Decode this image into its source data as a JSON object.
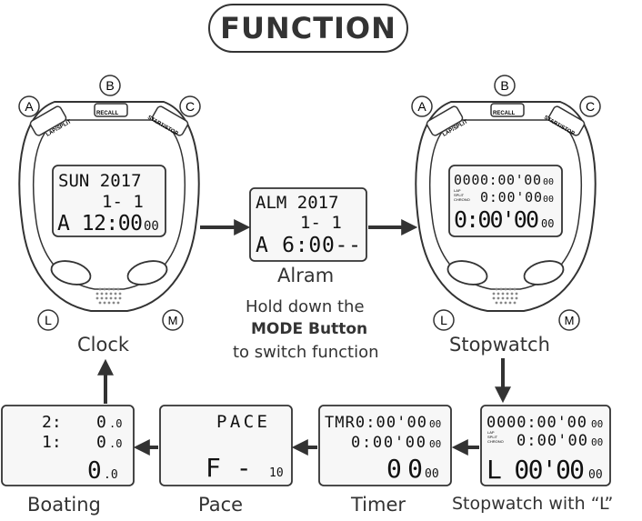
{
  "title": "FUNCTION",
  "watch": {
    "buttons": {
      "a": "A",
      "b": "B",
      "c": "C",
      "l": "L",
      "m": "M"
    },
    "labels": {
      "lap_split": "LAP/SPLIT",
      "recall": "RECALL",
      "start_stop": "START/STOP"
    }
  },
  "screens": {
    "clock": {
      "line1": "SUN 2017",
      "line2": "1-  1",
      "line3": "A 12:00",
      "small": "00"
    },
    "alarm": {
      "line1": "ALM 2017",
      "line2": "1-  1",
      "line3": "A  6:00--"
    },
    "stopwatch": {
      "line1": "0000:00'00",
      "line1_small": "00",
      "tag_lap": "LAP",
      "tag_split": "SPLIT",
      "tag_chrono": "CHRONO",
      "line2": "0:00'00",
      "line2_small": "00",
      "line3": "0:00'00",
      "line3_small": "00"
    },
    "stopwatch_l": {
      "line1": "0000:00'00",
      "line1_small": "00",
      "tag_lap": "LAP",
      "tag_split": "SPLIT",
      "tag_chrono": "CHRONO",
      "line2": "0:00'00",
      "line2_small": "00",
      "line3": "L 00'00",
      "line3_small": "00"
    },
    "timer": {
      "line1": "TMR0:00'00",
      "line1_small": "00",
      "line2": "0:00'00",
      "line2_small": "00",
      "line3": "00",
      "line3_small": "00"
    },
    "pace": {
      "line1": "PACE",
      "line2": "F -",
      "line2_small": "10"
    },
    "boating": {
      "row1_num": "2:",
      "row1_val": "0",
      "row1_small": ".0",
      "row2_num": "1:",
      "row2_val": "0",
      "row2_small": ".0",
      "row3_val": "0",
      "row3_small": ".0"
    }
  },
  "labels": {
    "alarm": "Alram",
    "note_line1": "Hold down the",
    "note_line2": "MODE Button",
    "note_line3": "to switch function",
    "clock": "Clock",
    "stopwatch": "Stopwatch",
    "boating": "Boating",
    "pace": "Pace",
    "timer": "Timer",
    "stopwatch_l": "Stopwatch with  “L”"
  }
}
